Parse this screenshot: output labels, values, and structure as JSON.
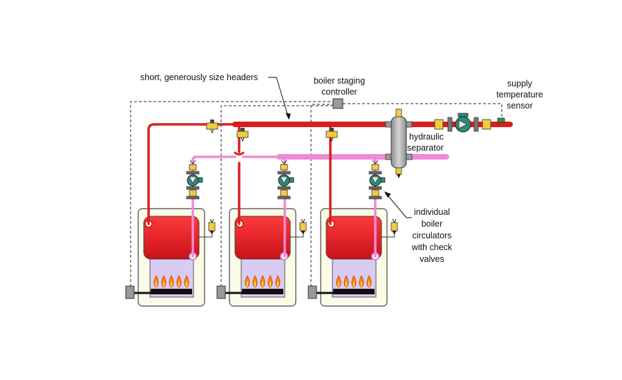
{
  "labels": {
    "headers": "short, generously size headers",
    "controller_line1": "boiler staging",
    "controller_line2": "controller",
    "sensor_line1": "supply",
    "sensor_line2": "temperature",
    "sensor_line3": "sensor",
    "separator_line1": "hydraulic",
    "separator_line2": "separator",
    "circ_line1": "individual",
    "circ_line2": "boiler",
    "circ_line3": "circulators",
    "circ_line4": "with check",
    "circ_line5": "valves"
  },
  "boiler_count": 3,
  "colors": {
    "supply_pipe": "#d81e1e",
    "return_pipe": "#f08ad6",
    "boiler_top": "#e21c2c",
    "firebox": "#d8ccf2",
    "cabinet": "#fbfbe8",
    "separator": "#b4b4b4",
    "valve_brass": "#f2cc3a"
  }
}
